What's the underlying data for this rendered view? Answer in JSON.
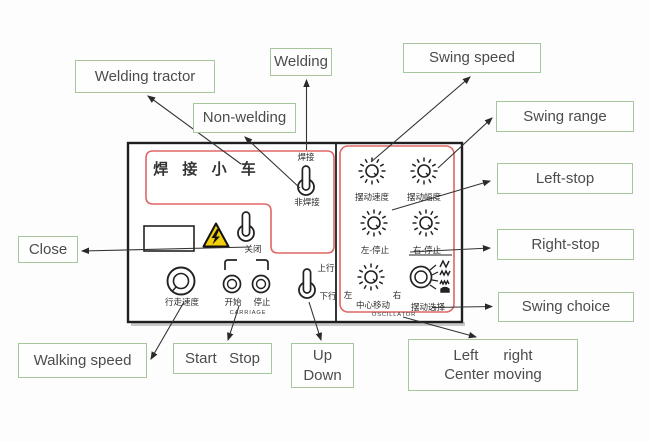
{
  "callouts": {
    "welding_tractor": "Welding tractor",
    "welding": "Welding",
    "non_welding": "Non-welding",
    "swing_speed": "Swing speed",
    "swing_range": "Swing range",
    "left_stop": "Left-stop",
    "right_stop": "Right-stop",
    "swing_choice": "Swing choice",
    "close": "Close",
    "walking_speed": "Walking speed",
    "start_stop": "Start   Stop",
    "up_down": "Up\nDown",
    "center_moving": "Left      right\nCenter moving"
  },
  "panel": {
    "title": "焊 接 小 车",
    "welding_cn": "焊接",
    "non_welding_cn": "非焊接",
    "close_cn": "关闭",
    "walking_speed_cn": "行走速度",
    "start_cn": "开始",
    "stop_cn": "停止",
    "carriage_en": "CARRIAGE",
    "up_cn": "上行",
    "down_cn": "下行",
    "swing_speed_cn": "摆动速度",
    "swing_range_cn": "摆动幅度",
    "left_stop_cn": "左-停止",
    "right_stop_cn": "右-停止",
    "left_cn": "左",
    "right_cn": "右",
    "center_moving_cn": "中心移动",
    "swing_choice_cn": "摆动选择",
    "oscillator_en": "OSCILLATOR"
  },
  "icons": {
    "warning": "high-voltage-warning-triangle",
    "waveforms": [
      "zigzag-wide",
      "zigzag-medium",
      "zigzag-dense",
      "solid-wave"
    ]
  },
  "colors": {
    "callout_border_green": "#a5c79b",
    "panel_section_red": "#e06666",
    "panel_border_black": "#1f1f1f",
    "warning_yellow": "#f2cf0d",
    "text_gray": "#4c4c4c"
  }
}
